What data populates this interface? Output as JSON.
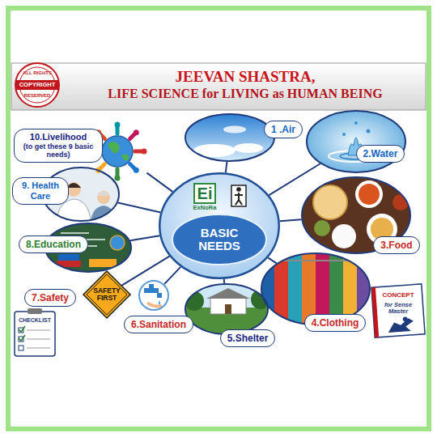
{
  "diagram": {
    "title": "JEEVAN SHASTRA,",
    "nodes": [
      {
        "text": [
          "Ei",
          "ExNoRa"
        ]
      },
      {
        "text": [
          "BASIC NEEDS"
        ],
        "in": 0
      },
      {
        "text": [
          "1 .Air"
        ]
      },
      {
        "text": [
          "2.Water"
        ]
      },
      {
        "text": [
          "3.Food"
        ]
      },
      {
        "text": [
          "4.Clothing"
        ]
      },
      {
        "text": [
          "5.Shelter"
        ]
      },
      {
        "text": [
          "6.Sanitation"
        ]
      },
      {
        "text": [
          "7.Safety"
        ]
      },
      {
        "text": [
          "SAFETY FIRST"
        ]
      },
      {
        "text": [
          "8.Education"
        ]
      },
      {
        "text": [
          "9. Health Care"
        ]
      },
      {
        "text": [
          "10.Livelihood",
          "(to get these 9 basic needs)"
        ]
      }
    ],
    "edges": [
      {
        "from": 0,
        "to": 2,
        "arrow": "none"
      },
      {
        "from": 0,
        "to": 3,
        "arrow": "none"
      },
      {
        "from": 0,
        "to": 4,
        "arrow": "none"
      },
      {
        "from": 0,
        "to": 5,
        "arrow": "none"
      },
      {
        "from": 0,
        "to": 6,
        "arrow": "none"
      },
      {
        "from": 0,
        "to": 7,
        "arrow": "none"
      },
      {
        "from": 0,
        "to": 9,
        "arrow": "none"
      },
      {
        "from": 0,
        "to": 10,
        "arrow": "none"
      },
      {
        "from": 0,
        "to": 11,
        "arrow": "none"
      },
      {
        "from": 0,
        "to": 12,
        "arrow": "none"
      }
    ],
    "labels": [
      "LIFE SCIENCE for LIVING as HUMAN BEING",
      "ALL RIGHTS",
      "COPYRIGHT",
      "RESERVED",
      "CHECKLIST",
      "CONCEPT",
      "for Sense Master"
    ]
  }
}
